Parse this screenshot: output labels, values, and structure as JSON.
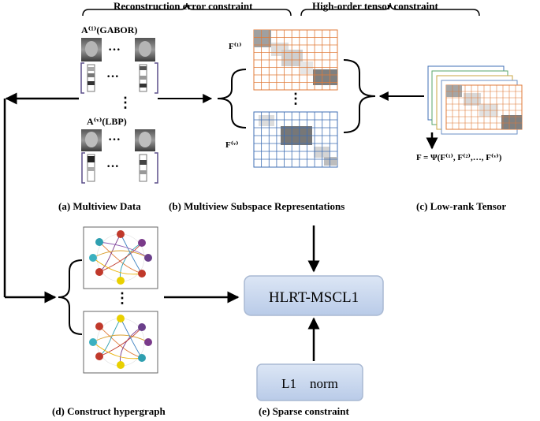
{
  "constraints": {
    "reconstruction": "Reconstruction error constraint",
    "high_order": "High-order tensor constraint"
  },
  "multiview": {
    "gabor_label": "A⁽¹⁾(GABOR)",
    "lbp_label": "A⁽ᵛ⁾(LBP)",
    "ellipsis": "···",
    "vdots": "⋮"
  },
  "subspace": {
    "f1_label": "F⁽¹⁾",
    "fv_label": "F⁽ᵛ⁾"
  },
  "tensor": {
    "formula": "F = Ψ(F⁽¹⁾, F⁽²⁾,…, F⁽ᵛ⁾)"
  },
  "captions": {
    "a": "(a) Multiview Data",
    "b": "(b) Multiview Subspace  Representations",
    "c": "(c) Low-rank Tensor",
    "d": "(d) Construct hypergraph",
    "e": "(e) Sparse constraint"
  },
  "boxes": {
    "main": "HLRT-MSCL1",
    "norm": "L1    norm"
  },
  "colors": {
    "orange_grid": "#e07b39",
    "blue_grid": "#3f6fb4",
    "box_fill": "#c5d5ee",
    "box_stroke": "#a9b9d3"
  }
}
